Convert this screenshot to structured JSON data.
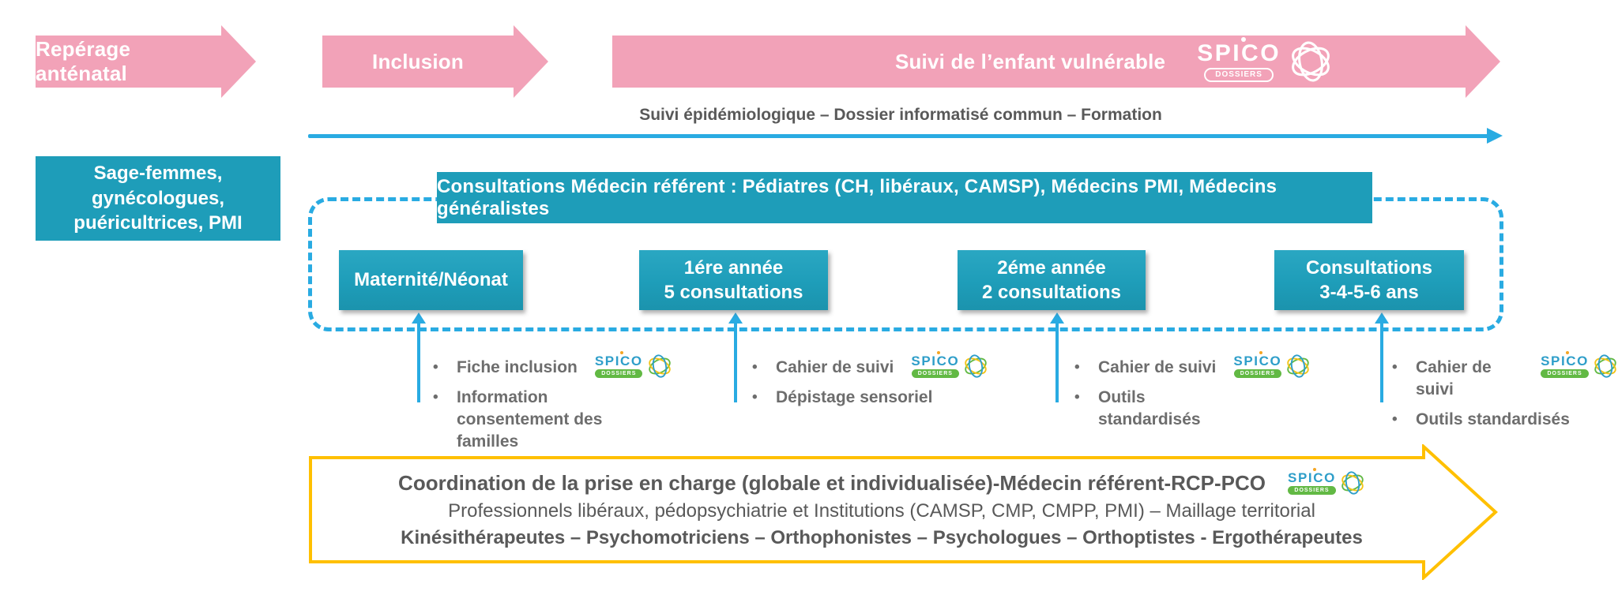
{
  "colors": {
    "pink": "#F2A2B8",
    "teal": "#1E9DB9",
    "cyan": "#29ABE2",
    "gold": "#FFC000",
    "text_dark": "#595959",
    "text_bullet": "#6D6D6D",
    "spico_blue": "#2E9EC9",
    "spico_green": "#62B944",
    "spico_yellow": "#F3C317",
    "spico_orange": "#F5A623"
  },
  "logo": {
    "word": "SPICO",
    "sub": "DOSSIERS"
  },
  "top_arrows": [
    {
      "label": "Repérage anténatal"
    },
    {
      "label": "Inclusion"
    },
    {
      "label": "Suivi de l’enfant vulnérable"
    }
  ],
  "epi_arrow": {
    "label": "Suivi épidémiologique – Dossier informatisé commun – Formation"
  },
  "left_box": {
    "text": "Sage-femmes,\ngynécologues,\npuéricultrices, PMI"
  },
  "referent_bar": {
    "label": "Consultations Médecin référent : Pédiatres (CH, libéraux, CAMSP), Médecins PMI, Médecins généralistes"
  },
  "stage_boxes": [
    {
      "line1": "Maternité/Néonat",
      "line2": ""
    },
    {
      "line1": "1ére année",
      "line2": "5 consultations"
    },
    {
      "line1": "2éme année",
      "line2": "2 consultations"
    },
    {
      "line1": "Consultations",
      "line2": "3-4-5-6 ans"
    }
  ],
  "bullets": {
    "group1": {
      "item1": "Fiche inclusion",
      "item2": "Information consentement des familles"
    },
    "group2": {
      "item1": "Cahier de suivi",
      "item2": "Dépistage sensoriel"
    },
    "group3": {
      "item1": "Cahier de suivi",
      "item2": "Outils standardisés"
    },
    "group4": {
      "item1": "Cahier de suivi",
      "item2": "Outils standardisés"
    }
  },
  "coordination": {
    "line1": "Coordination de la prise en charge (globale et individualisée)-Médecin référent-RCP-PCO",
    "line2": "Professionnels libéraux, pédopsychiatrie et Institutions (CAMSP, CMP, CMPP, PMI) – Maillage territorial",
    "line3": "Kinésithérapeutes – Psychomotriciens – Orthophonistes – Psychologues – Orthoptistes - Ergothérapeutes"
  }
}
